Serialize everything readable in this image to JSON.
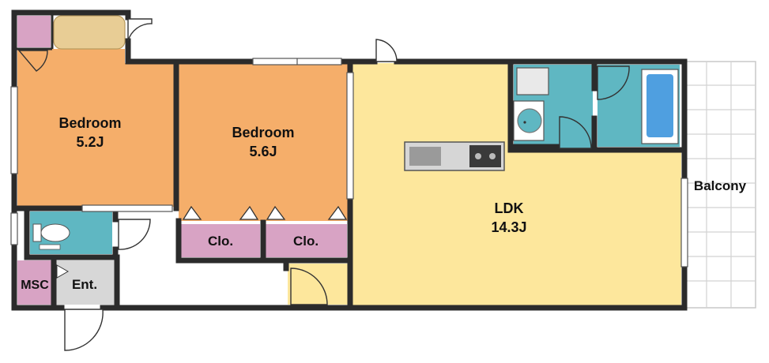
{
  "rooms": {
    "bedroom_a": {
      "name": "Bedroom",
      "size": "5.2J"
    },
    "bedroom_b": {
      "name": "Bedroom",
      "size": "5.6J"
    },
    "ldk": {
      "name": "LDK",
      "size": "14.3J"
    },
    "closet_a": {
      "name": "Clo."
    },
    "closet_b": {
      "name": "Clo."
    },
    "entrance": {
      "name": "Ent."
    },
    "msc": {
      "name": "MSC"
    },
    "balcony": {
      "name": "Balcony"
    }
  },
  "colors": {
    "bedroom": "#f5ae6a",
    "ldk": "#fde79c",
    "wet_area": "#5fb7c2",
    "closet": "#d8a3c4",
    "entrance": "#d7d7d7",
    "wall": "#2b2b2b",
    "balcony": "#ffffff"
  }
}
